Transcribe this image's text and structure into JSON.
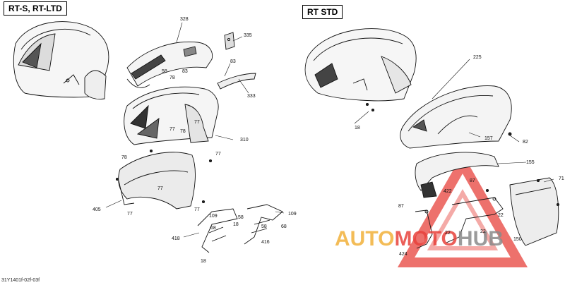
{
  "titles": {
    "left": "RT-S, RT-LTD",
    "right": "RT STD"
  },
  "footer": {
    "code": "31Y1401f-02f-03f"
  },
  "watermark": {
    "part1": "AUTO",
    "part2": "MOTO",
    "part3": "HUB",
    "color_orange": "#f2b13a",
    "color_red": "#e8423c",
    "color_gray": "#8a8a8a"
  },
  "callouts": [
    {
      "label": "328"
    },
    {
      "label": "335"
    },
    {
      "label": "83"
    },
    {
      "label": "58"
    },
    {
      "label": "78"
    },
    {
      "label": "83"
    },
    {
      "label": "333"
    },
    {
      "label": "77"
    },
    {
      "label": "78"
    },
    {
      "label": "77"
    },
    {
      "label": "310"
    },
    {
      "label": "78"
    },
    {
      "label": "77"
    },
    {
      "label": "77"
    },
    {
      "label": "405"
    },
    {
      "label": "77"
    },
    {
      "label": "77"
    },
    {
      "label": "109"
    },
    {
      "label": "58"
    },
    {
      "label": "109"
    },
    {
      "label": "68"
    },
    {
      "label": "18"
    },
    {
      "label": "58"
    },
    {
      "label": "68"
    },
    {
      "label": "418"
    },
    {
      "label": "416"
    },
    {
      "label": "18"
    },
    {
      "label": "225"
    },
    {
      "label": "18"
    },
    {
      "label": "157"
    },
    {
      "label": "82"
    },
    {
      "label": "155"
    },
    {
      "label": "87"
    },
    {
      "label": "71"
    },
    {
      "label": "422"
    },
    {
      "label": "87"
    },
    {
      "label": "22"
    },
    {
      "label": "22"
    },
    {
      "label": "22"
    },
    {
      "label": "150"
    },
    {
      "label": "424"
    }
  ]
}
